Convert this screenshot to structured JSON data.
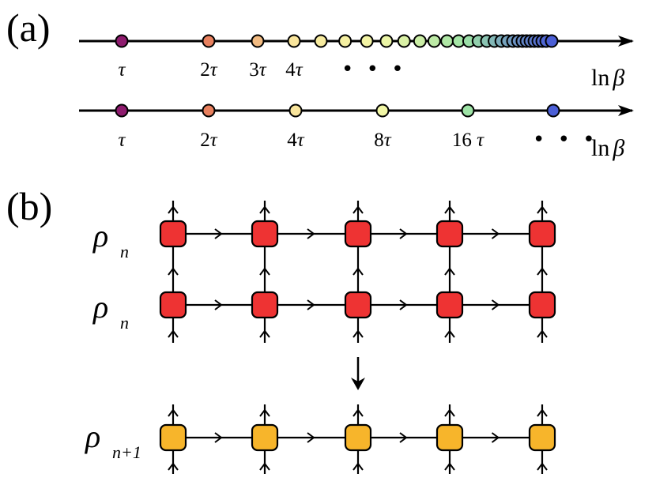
{
  "panel_a": {
    "label": "(a)",
    "axis_label_text": "ln",
    "axis_label_greek": "β",
    "row1": {
      "ticks": [
        {
          "num": "",
          "sym": "τ"
        },
        {
          "num": "2",
          "sym": "τ"
        },
        {
          "num": "3",
          "sym": "τ"
        },
        {
          "num": "4",
          "sym": "τ"
        }
      ],
      "ellipsis": "• • •"
    },
    "row2": {
      "ticks": [
        {
          "num": "",
          "sym": "τ"
        },
        {
          "num": "2",
          "sym": "τ"
        },
        {
          "num": "4",
          "sym": "τ"
        },
        {
          "num": "8",
          "sym": "τ"
        },
        {
          "num": "16 ",
          "sym": "τ"
        }
      ],
      "ellipsis": "• • •"
    },
    "colors": {
      "start": "#8e1b6e",
      "orange": "#e8805e",
      "yellow": "#f9e59c",
      "light_yellow_green": "#f2f7a6",
      "green": "#9ee3a6",
      "end": "#4b5fd6"
    }
  },
  "panel_b": {
    "label": "(b)",
    "rows": [
      {
        "symbol": "ρ",
        "subscript": "n",
        "color": "#ee3333"
      },
      {
        "symbol": "ρ",
        "subscript": "n",
        "color": "#ee3333"
      },
      {
        "symbol": "ρ",
        "subscript": "n+1",
        "color": "#f7b52b"
      }
    ],
    "nodes_per_row": 5
  }
}
